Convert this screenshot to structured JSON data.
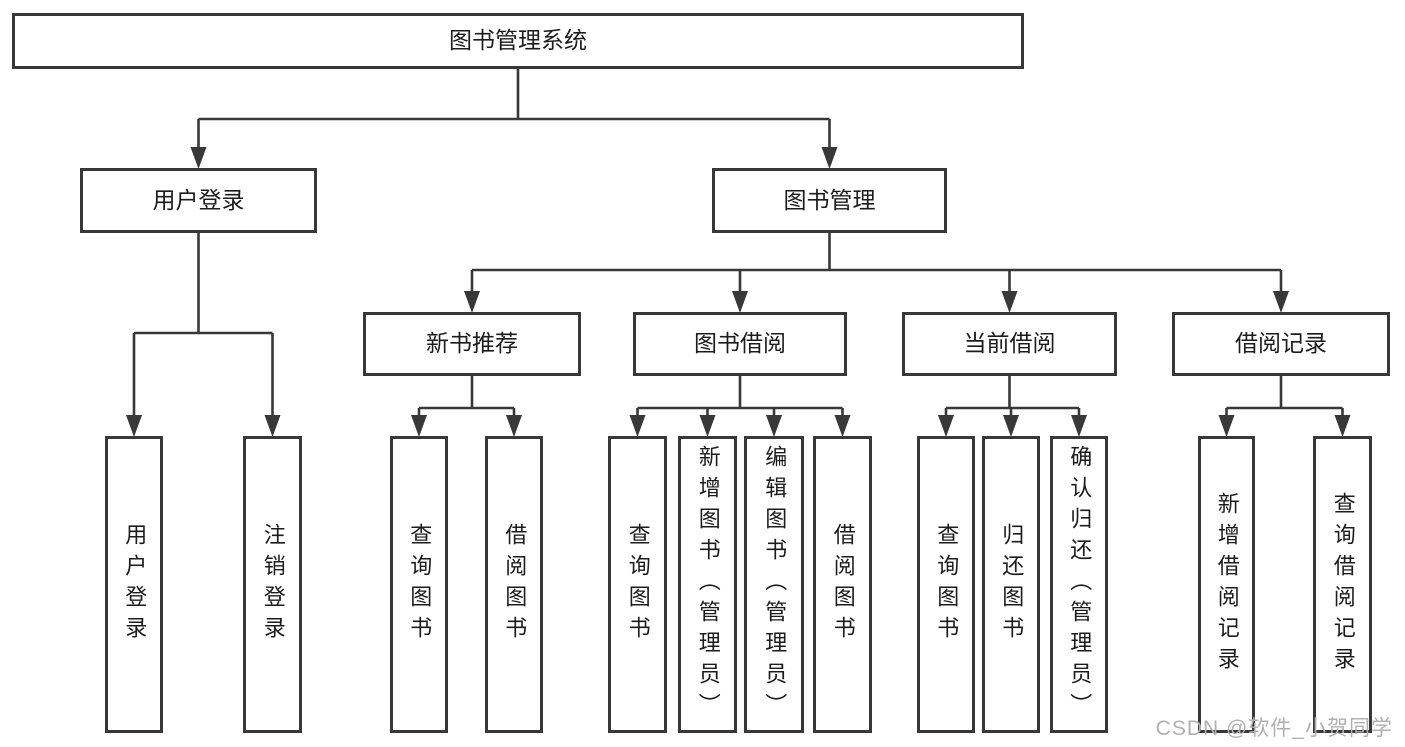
{
  "diagram_title": "图书管理系统",
  "nodes": {
    "root": "图书管理系统",
    "user_login": "用户登录",
    "book_management": "图书管理",
    "login_leaf": "用户登录",
    "logout_leaf": "注销登录",
    "new_book_recommend": "新书推荐",
    "book_borrowing": "图书借阅",
    "current_borrowing": "当前借阅",
    "borrowing_records": "借阅记录",
    "recommend_query_books": "查询图书",
    "recommend_borrow_books": "借阅图书",
    "borrowing_query_books": "查询图书",
    "borrowing_add_books": "新增图书（管理员）",
    "borrowing_edit_books": "编辑图书（管理员）",
    "borrowing_borrow_books": "借阅图书",
    "current_query_books": "查询图书",
    "current_return_books": "归还图书",
    "current_confirm_return": "确认归还（管理员）",
    "records_add_record": "新增借阅记录",
    "records_query_record": "查询借阅记录"
  },
  "hierarchy": {
    "图书管理系统": {
      "用户登录": [
        "用户登录",
        "注销登录"
      ],
      "图书管理": {
        "新书推荐": [
          "查询图书",
          "借阅图书"
        ],
        "图书借阅": [
          "查询图书",
          "新增图书（管理员）",
          "编辑图书（管理员）",
          "借阅图书"
        ],
        "当前借阅": [
          "查询图书",
          "归还图书",
          "确认归还（管理员）"
        ],
        "借阅记录": [
          "新增借阅记录",
          "查询借阅记录"
        ]
      }
    }
  },
  "watermark": "CSDN @软件_小贺同学",
  "colors": {
    "line": "#383838",
    "text": "#1c1c1c",
    "bg": "#ffffff",
    "watermark": "#b0b0b0"
  }
}
